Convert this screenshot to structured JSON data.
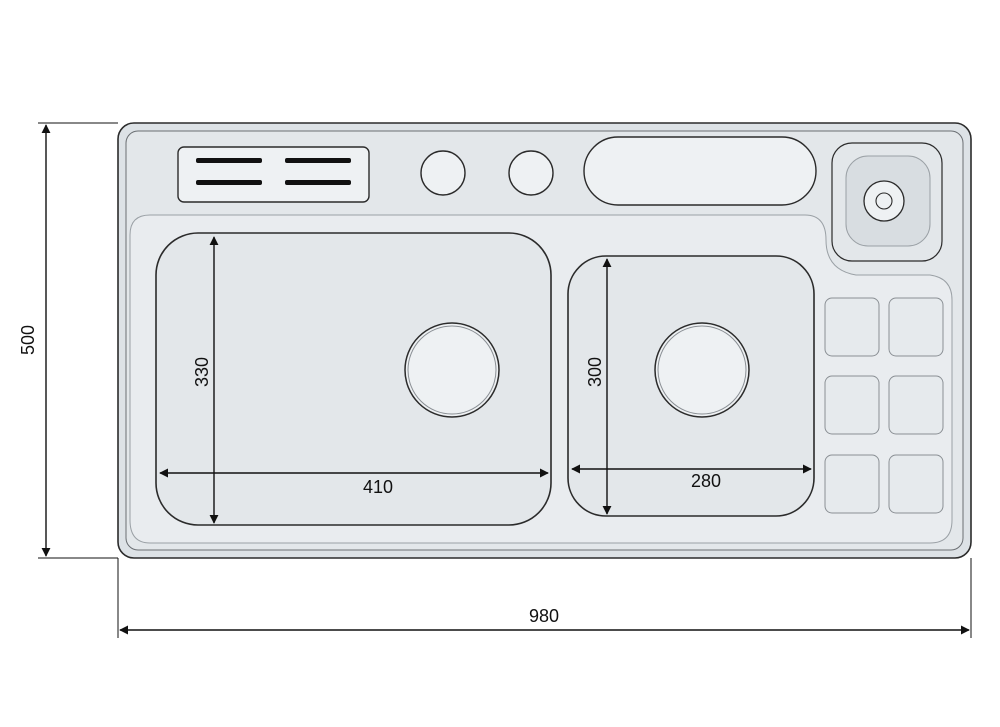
{
  "diagram": {
    "dimensions": {
      "overall_width": "980",
      "overall_depth": "500",
      "large_bowl_width": "410",
      "large_bowl_depth": "330",
      "small_bowl_width": "280",
      "small_bowl_depth": "300"
    },
    "colors": {
      "outline": "#2b2b2b",
      "rim_fill": "#dde2e6",
      "deck_fill": "#e6eaed",
      "bowl_fill": "#e3e7ea",
      "dimension_line": "#111111",
      "background": "#ffffff"
    }
  }
}
